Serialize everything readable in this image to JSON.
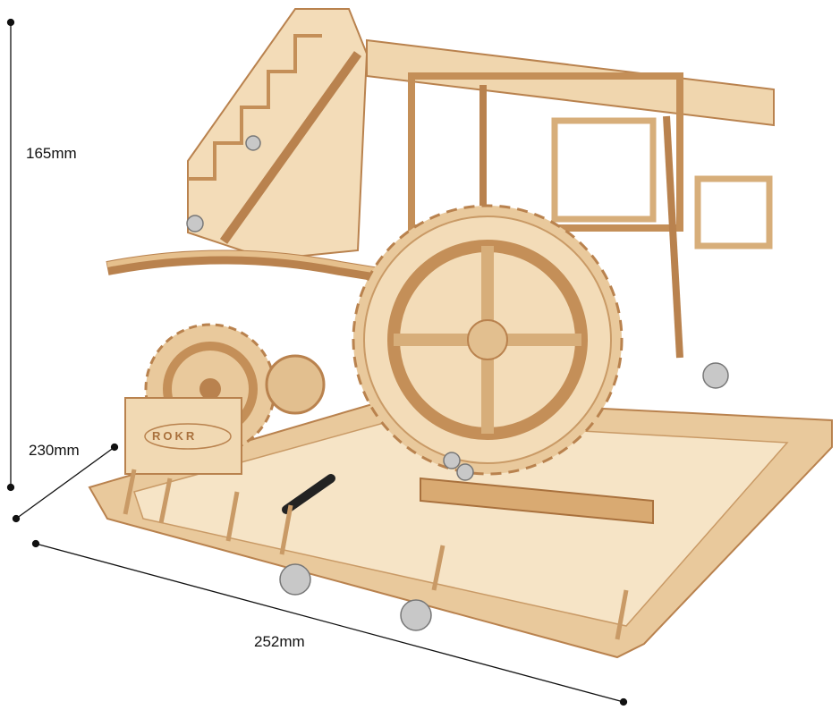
{
  "dimensions": {
    "height": "165mm",
    "depth": "230mm",
    "width": "252mm"
  },
  "product": {
    "logo_text": "ROKR"
  },
  "colors": {
    "wood_light": "#f3dcb8",
    "wood_mid": "#e2bf8f",
    "wood_dark": "#b9824e",
    "line": "#111111"
  }
}
